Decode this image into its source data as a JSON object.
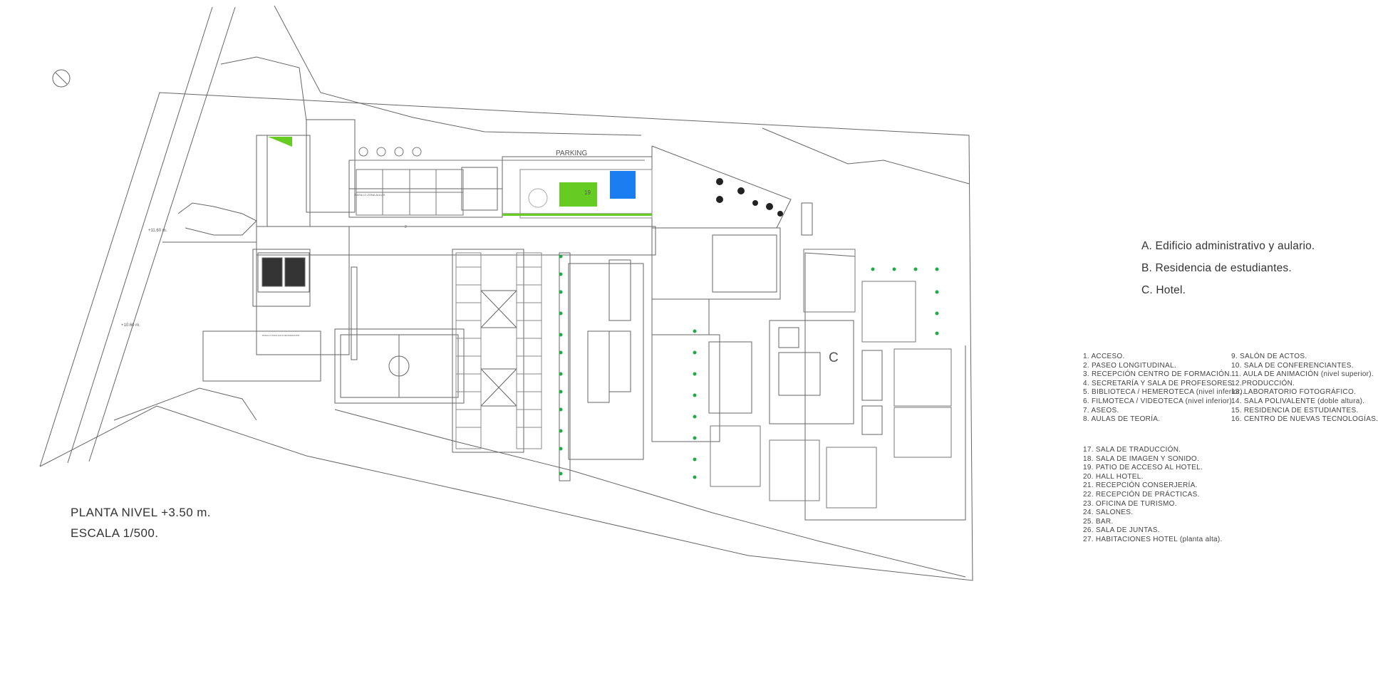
{
  "plan": {
    "parking_label": "PARKING",
    "level_left_top": "+11.60 m.",
    "level_left_bottom": "+10.60 m.",
    "zone_c_label": "C",
    "patio_number": "19",
    "aulas_label": "PASILLO ZONA AULAS",
    "zone_label_2": "PASILLO ZONA AULA DE ANIMACIÓN",
    "paseo_label": "2"
  },
  "legend": {
    "a": "A. Edificio administrativo y aulario.",
    "b": "B. Residencia de estudiantes.",
    "c": "C. Hotel."
  },
  "list_col1": [
    "1. ACCESO.",
    "2. PASEO LONGITUDINAL.",
    "3. RECEPCIÓN CENTRO DE FORMACIÓN.",
    "4. SECRETARÍA Y SALA DE PROFESORES.",
    "5. BIBLIOTECA / HEMEROTECA (nivel inferior).",
    "6. FILMOTECA / VIDEOTECA (nivel inferior).",
    "7. ASEOS.",
    "8. AULAS DE TEORÍA."
  ],
  "list_col2": [
    "9. SALÓN DE ACTOS.",
    "10. SALA DE CONFERENCIANTES.",
    "11. AULA DE ANIMACIÓN (nivel superior).",
    "12.PRODUCCIÓN.",
    "13. LABORATORIO FOTOGRÁFICO.",
    "14. SALA POLIVALENTE (doble altura).",
    "15. RESIDENCIA DE ESTUDIANTES.",
    "16. CENTRO DE NUEVAS TECNOLOGÍAS."
  ],
  "list_col3": [
    "17. SALA DE TRADUCCIÓN.",
    "18. SALA DE IMAGEN Y SONIDO.",
    "19. PATIO DE ACCESO AL HOTEL.",
    "20. HALL HOTEL.",
    "21. RECEPCIÓN CONSERJERÍA.",
    "22. RECEPCIÓN DE PRÁCTICAS.",
    "23. OFICINA DE TURISMO.",
    "24. SALONES.",
    "25. BAR.",
    "26. SALA DE JUNTAS.",
    "27. HABITACIONES HOTEL (planta alta)."
  ],
  "title": {
    "line1": "PLANTA NIVEL +3.50 m.",
    "line2": "ESCALA 1/500."
  },
  "colors": {
    "green": "#66cc22",
    "blue": "#1a7ef0",
    "line": "#555555",
    "tree": "#22aa44"
  }
}
